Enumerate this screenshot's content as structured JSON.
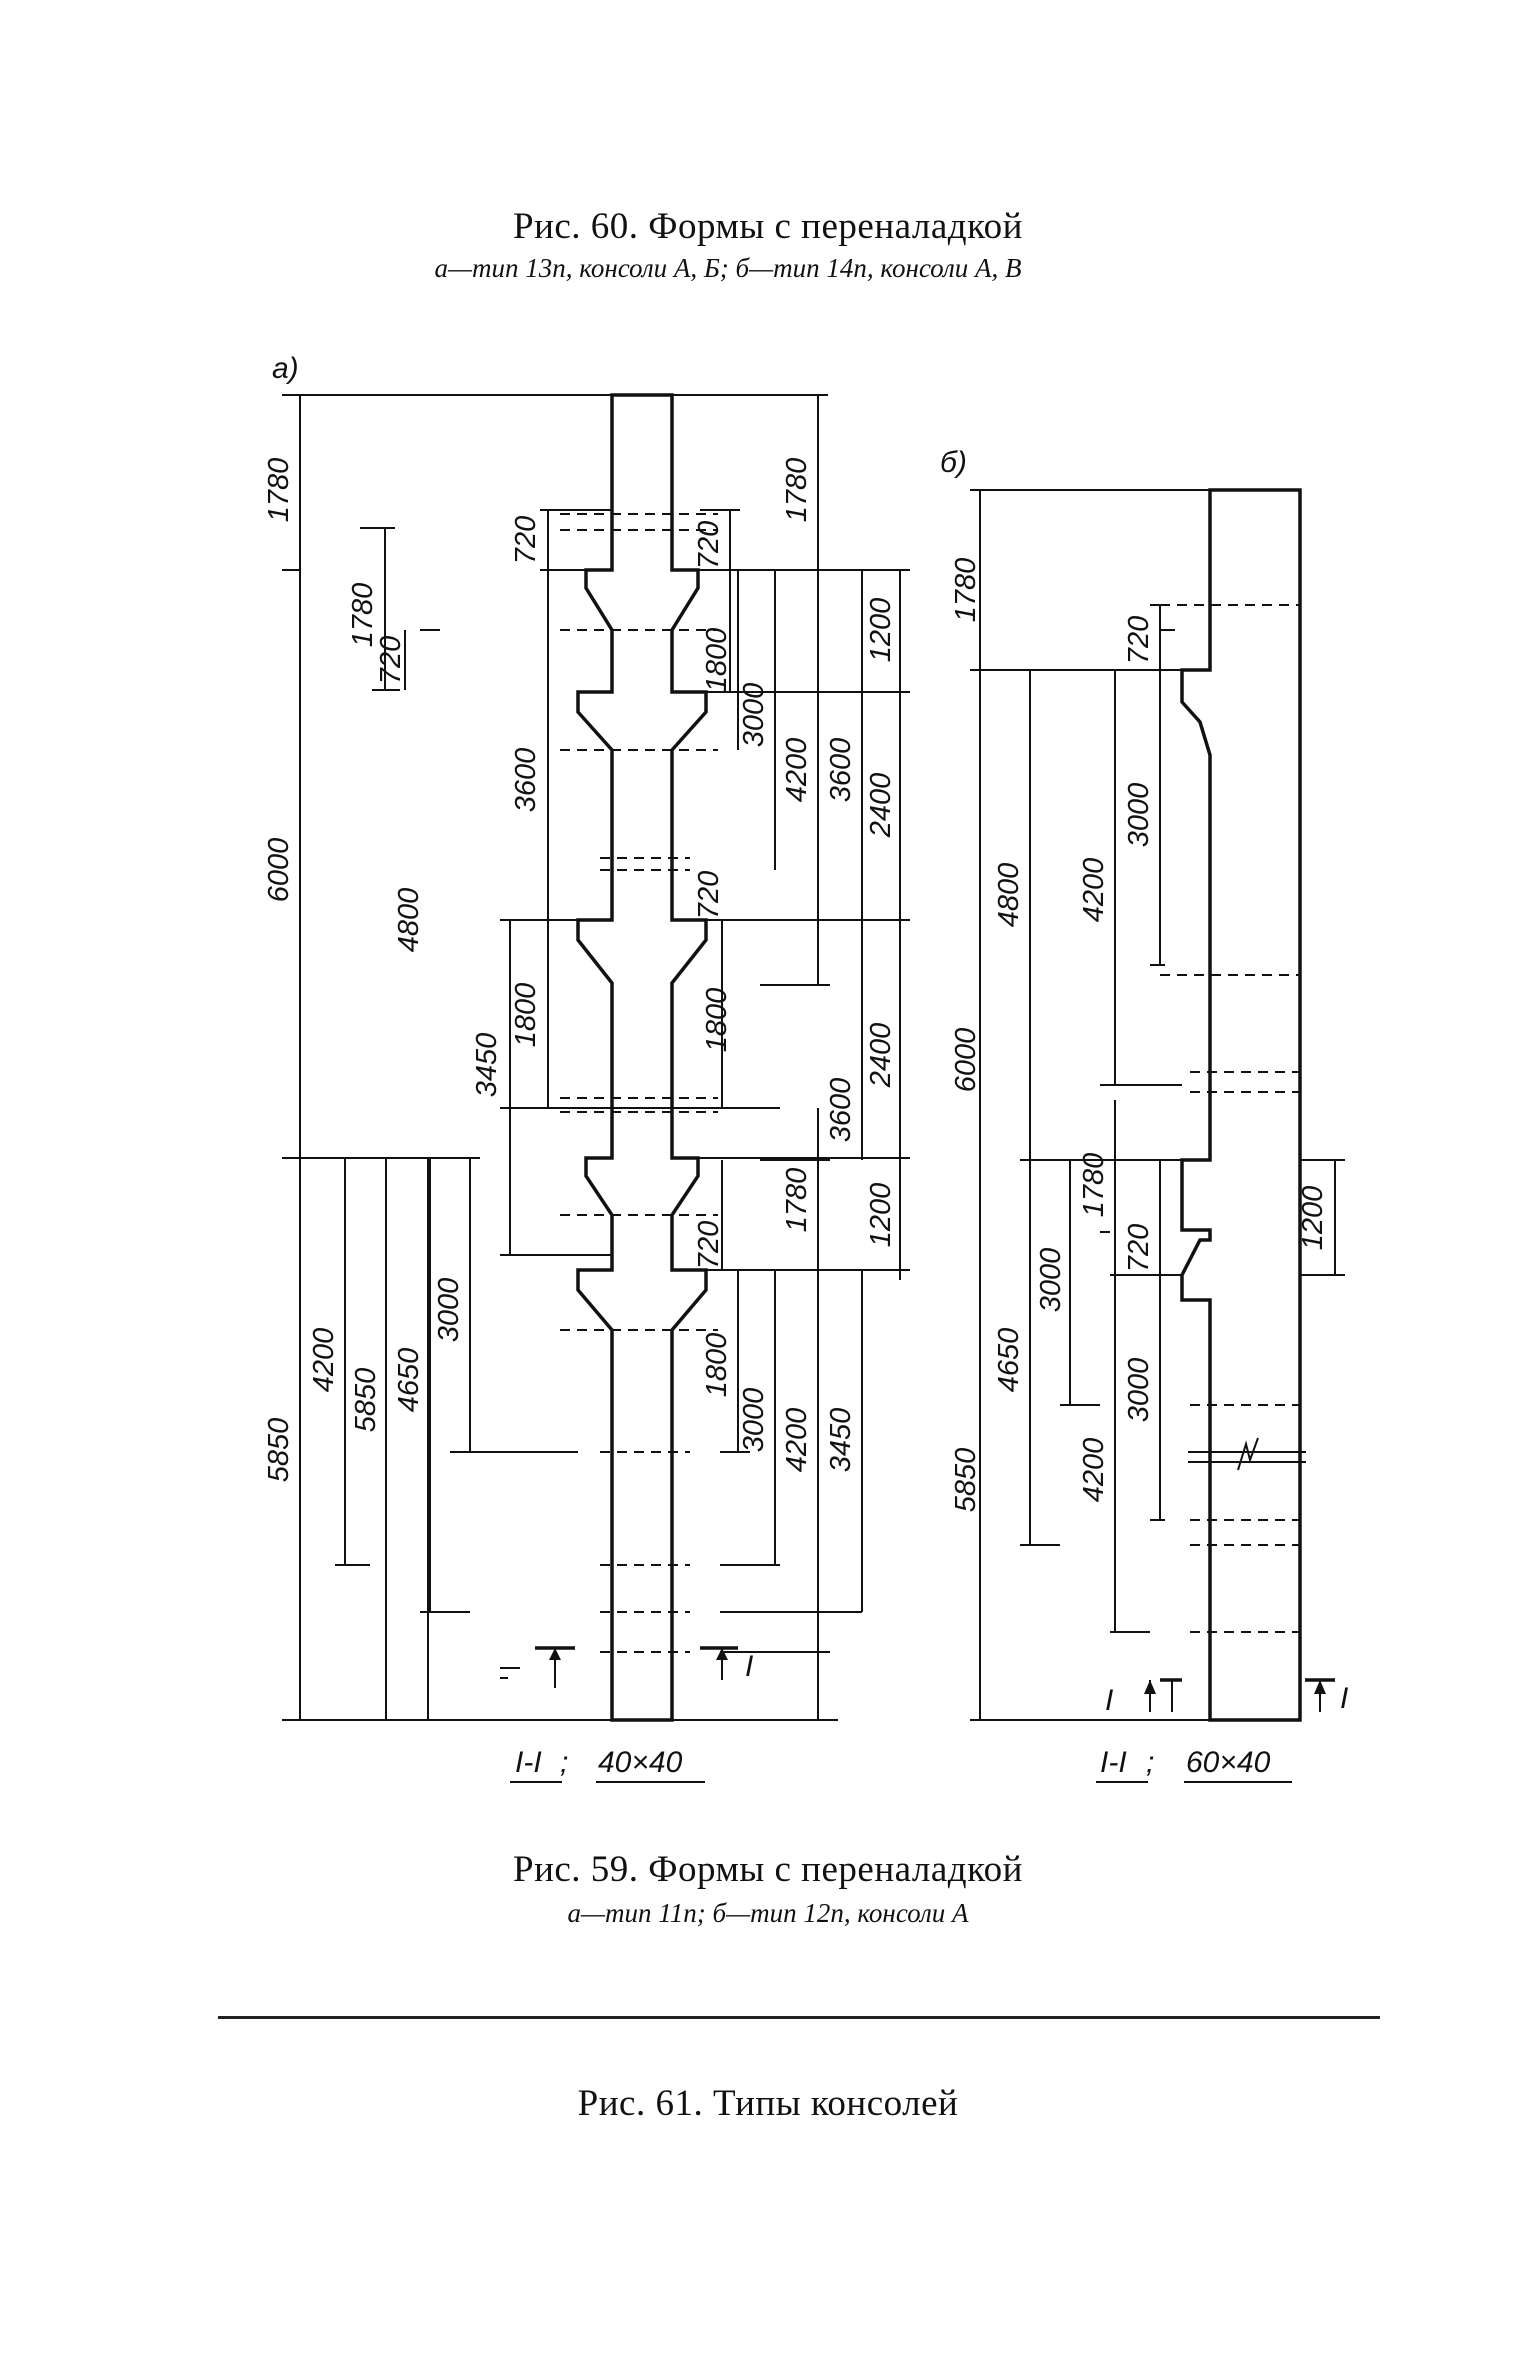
{
  "captions": {
    "fig60_title": "Рис. 60. Формы с переналадкой",
    "fig60_sub": "а—тип 13п, консоли А, Б; б—тип 14п, консоли А, В",
    "fig59_title": "Рис. 59. Формы с переналадкой",
    "fig59_sub": "а—тип 11п; б—тип 12п, консоли А",
    "fig61_title": "Рис. 61. Типы консолей"
  },
  "panel_a": {
    "label": "а)",
    "section": "I-I",
    "size": "40×40",
    "section_mark": "I",
    "dims": {
      "d1780_outer": "1780",
      "d6000": "6000",
      "d5850_outer": "5850",
      "d1780_inner": "1780",
      "d720_inner": "720",
      "d4800": "4800",
      "d4200_left": "4200",
      "d5850_left": "5850",
      "d4650_left": "4650",
      "d3000_left": "3000",
      "d720_c1": "720",
      "d3600_c": "3600",
      "d3450_c": "3450",
      "d1800_c": "1800",
      "d720_r1": "720",
      "d1800_r1": "1800",
      "d3000_r1": "3000",
      "d4200_r1": "4200",
      "d720_r2": "720",
      "d1800_r2": "1800",
      "d720_r3": "720",
      "d1800_r3": "1800",
      "d3000_r3": "3000",
      "d4200_r3": "4200",
      "d3450_r3": "3450",
      "d1780_rt": "1780",
      "d3600_rt": "3600",
      "d3600_rm": "3600",
      "d1780_rm": "1780",
      "d1200_a": "1200",
      "d2400_a": "2400",
      "d2400_b": "2400",
      "d1200_b": "1200"
    }
  },
  "panel_b": {
    "label": "б)",
    "section": "I-I",
    "size": "60×40",
    "section_mark": "I",
    "dims": {
      "d1780": "1780",
      "d6000": "6000",
      "d5850": "5850",
      "d4800": "4800",
      "d4650": "4650",
      "d4200_a": "4200",
      "d3000_a": "3000",
      "d720_a": "720",
      "d3000_b": "3000",
      "d1780_b": "1780",
      "d720_b": "720",
      "d3000_c": "3000",
      "d4200_c": "4200",
      "d1200": "1200"
    }
  }
}
